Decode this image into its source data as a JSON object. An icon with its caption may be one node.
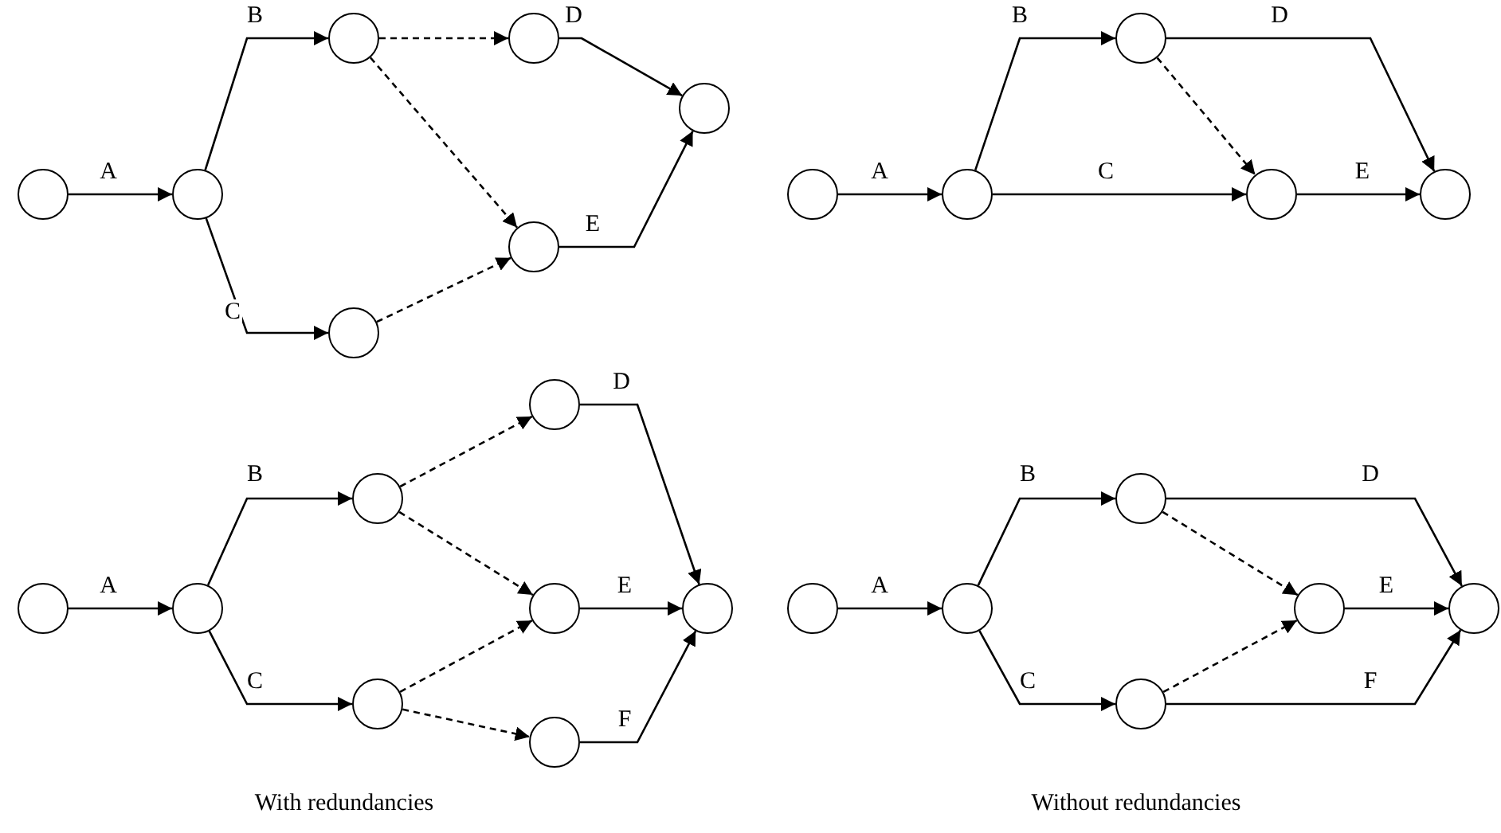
{
  "diagram": {
    "nodes": [
      {
        "text": [],
        "shape": "circle"
      },
      {
        "text": [],
        "shape": "circle"
      },
      {
        "text": [],
        "shape": "circle"
      },
      {
        "text": [],
        "shape": "circle"
      },
      {
        "text": [],
        "shape": "circle"
      },
      {
        "text": [],
        "shape": "circle"
      },
      {
        "text": [],
        "shape": "circle"
      },
      {
        "text": [],
        "shape": "circle"
      },
      {
        "text": [],
        "shape": "circle"
      },
      {
        "text": [],
        "shape": "circle"
      },
      {
        "text": [],
        "shape": "circle"
      },
      {
        "text": [],
        "shape": "circle"
      },
      {
        "text": [],
        "shape": "circle"
      },
      {
        "text": [],
        "shape": "circle"
      },
      {
        "text": [],
        "shape": "circle"
      },
      {
        "text": [],
        "shape": "circle"
      },
      {
        "text": [],
        "shape": "circle"
      },
      {
        "text": [],
        "shape": "circle"
      },
      {
        "text": [],
        "shape": "circle"
      },
      {
        "text": [],
        "shape": "circle"
      },
      {
        "text": [],
        "shape": "circle"
      },
      {
        "text": [],
        "shape": "circle"
      },
      {
        "text": [],
        "shape": "circle"
      },
      {
        "text": [],
        "shape": "circle"
      },
      {
        "text": [],
        "shape": "circle"
      },
      {
        "text": [],
        "shape": "circle"
      }
    ],
    "edges": [
      {
        "from": 0,
        "to": 1,
        "arrow": "to",
        "label": "A"
      },
      {
        "from": 1,
        "to": 2,
        "arrow": "to",
        "label": "B"
      },
      {
        "from": 1,
        "to": 3,
        "arrow": "to",
        "label": "C"
      },
      {
        "from": 2,
        "to": 4,
        "arrow": "to",
        "style": "dashed"
      },
      {
        "from": 2,
        "to": 5,
        "arrow": "to",
        "style": "dashed"
      },
      {
        "from": 3,
        "to": 5,
        "arrow": "to",
        "style": "dashed"
      },
      {
        "from": 4,
        "to": 6,
        "arrow": "to",
        "label": "D"
      },
      {
        "from": 5,
        "to": 6,
        "arrow": "to",
        "label": "E"
      },
      {
        "from": 7,
        "to": 8,
        "arrow": "to",
        "label": "A"
      },
      {
        "from": 8,
        "to": 9,
        "arrow": "to",
        "label": "B"
      },
      {
        "from": 8,
        "to": 10,
        "arrow": "to",
        "label": "C"
      },
      {
        "from": 9,
        "to": 10,
        "arrow": "to",
        "style": "dashed"
      },
      {
        "from": 9,
        "to": 11,
        "arrow": "to",
        "label": "D"
      },
      {
        "from": 10,
        "to": 11,
        "arrow": "to",
        "label": "E"
      },
      {
        "from": 12,
        "to": 13,
        "arrow": "to",
        "label": "A"
      },
      {
        "from": 13,
        "to": 14,
        "arrow": "to",
        "label": "B"
      },
      {
        "from": 13,
        "to": 15,
        "arrow": "to",
        "label": "C"
      },
      {
        "from": 14,
        "to": 16,
        "arrow": "to",
        "style": "dashed"
      },
      {
        "from": 14,
        "to": 17,
        "arrow": "to",
        "style": "dashed"
      },
      {
        "from": 15,
        "to": 17,
        "arrow": "to",
        "style": "dashed"
      },
      {
        "from": 15,
        "to": 18,
        "arrow": "to",
        "style": "dashed"
      },
      {
        "from": 16,
        "to": 19,
        "arrow": "to",
        "label": "D"
      },
      {
        "from": 17,
        "to": 19,
        "arrow": "to",
        "label": "E"
      },
      {
        "from": 18,
        "to": 19,
        "arrow": "to",
        "label": "F"
      },
      {
        "from": 20,
        "to": 21,
        "arrow": "to",
        "label": "A"
      },
      {
        "from": 21,
        "to": 22,
        "arrow": "to",
        "label": "B"
      },
      {
        "from": 21,
        "to": 23,
        "arrow": "to",
        "label": "C"
      },
      {
        "from": 22,
        "to": 24,
        "arrow": "to",
        "style": "dashed"
      },
      {
        "from": 23,
        "to": 24,
        "arrow": "to",
        "style": "dashed"
      },
      {
        "from": 22,
        "to": 25,
        "arrow": "to",
        "label": "D"
      },
      {
        "from": 24,
        "to": 25,
        "arrow": "to",
        "label": "E"
      },
      {
        "from": 23,
        "to": 25,
        "arrow": "to",
        "label": "F"
      }
    ],
    "labels": [
      "With redundancies",
      "Without redundancies"
    ]
  }
}
